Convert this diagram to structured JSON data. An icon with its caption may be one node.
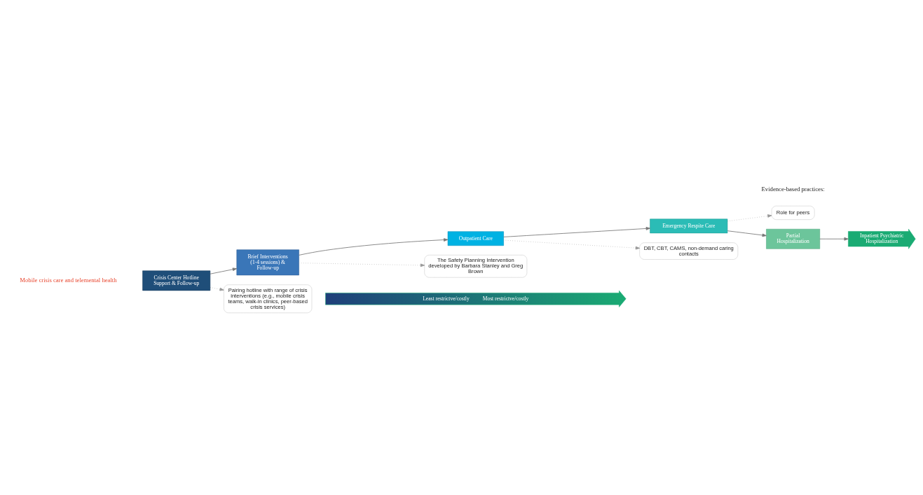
{
  "diagram": {
    "nodes": [
      {
        "text": [
          "Crisis Center Hotline Support & Follow-up"
        ]
      },
      {
        "text": [
          "Brief Interventions (1-4 sessions) & Follow-up"
        ]
      },
      {
        "text": [
          "Outpatient Care"
        ]
      },
      {
        "text": [
          "Emergency Respite Care"
        ]
      },
      {
        "text": [
          "Partial Hospitalization"
        ]
      },
      {
        "text": [
          "Inpatient Psychiatric Hospitalization"
        ]
      },
      {
        "text": [
          "Role for peers"
        ]
      },
      {
        "text": [
          "DBT, CBT, CAMS, non-demand caring contacts"
        ]
      },
      {
        "text": [
          "The Safety Planning Intervention developed by Barbara Stanley and Greg Brown"
        ]
      },
      {
        "text": [
          "Pairing hotline with range of crisis interventions (e.g., mobile crisis teams, walk-in clinics, peer-based crisis services)"
        ]
      },
      {
        "text": [
          "Least restrictve/costly",
          "Most restrictve/costly"
        ]
      }
    ],
    "edges": [
      {
        "from": 0,
        "to": 1,
        "arrow": "to"
      },
      {
        "from": 1,
        "to": 2,
        "arrow": "to"
      },
      {
        "from": 2,
        "to": 3,
        "arrow": "to"
      },
      {
        "from": 3,
        "to": 4,
        "arrow": "to"
      },
      {
        "from": 4,
        "to": 5,
        "arrow": "to"
      },
      {
        "from": 3,
        "to": 6,
        "arrow": "to",
        "style": "dashed"
      },
      {
        "from": 2,
        "to": 7,
        "arrow": "to",
        "style": "dashed"
      },
      {
        "from": 1,
        "to": 8,
        "arrow": "to",
        "style": "dashed"
      },
      {
        "from": 0,
        "to": 9,
        "arrow": "to",
        "style": "dashed"
      }
    ],
    "labels": [
      "Mobile crisis care and telemental health",
      "Evidence-based practices:"
    ]
  }
}
